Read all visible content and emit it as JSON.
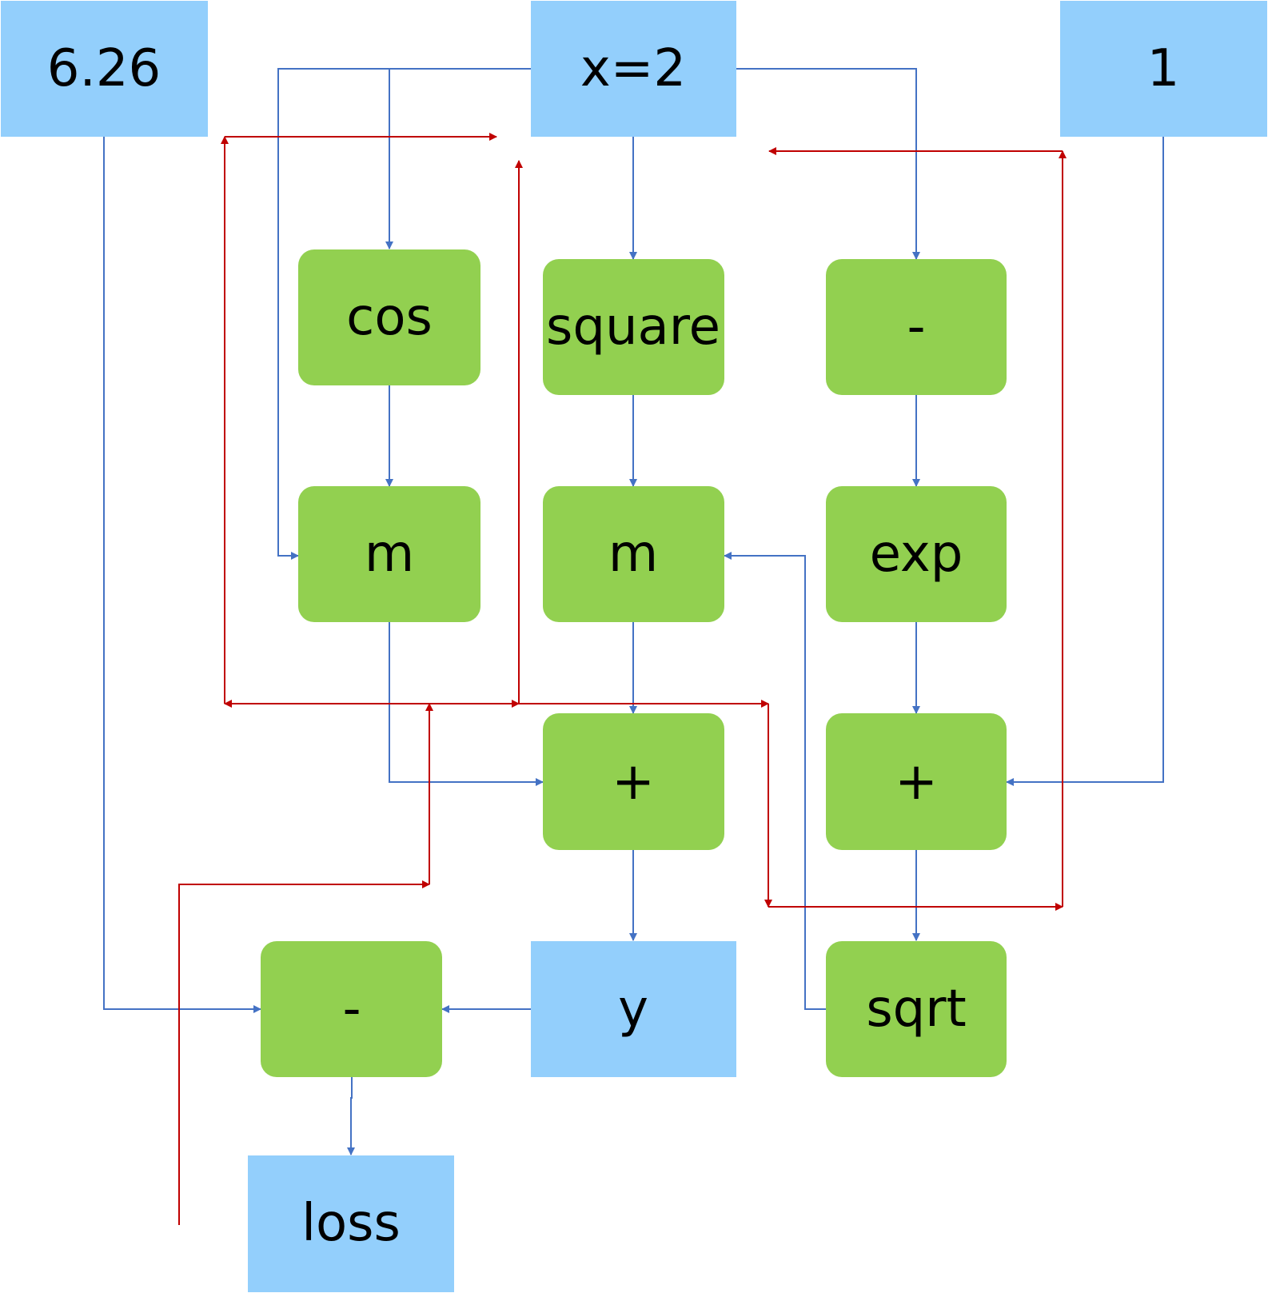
{
  "colors": {
    "io_node": "#93CFFC",
    "op_node": "#92D050",
    "forward_edge": "#4472C4",
    "backward_edge": "#C00000",
    "text": "#000000"
  },
  "nodes": {
    "const_626": {
      "label": "6.26",
      "kind": "io"
    },
    "x": {
      "label": "x=2",
      "kind": "io"
    },
    "const_1": {
      "label": "1",
      "kind": "io"
    },
    "cos": {
      "label": "cos",
      "kind": "op"
    },
    "square": {
      "label": "square",
      "kind": "op"
    },
    "neg": {
      "label": "-",
      "kind": "op"
    },
    "m_left": {
      "label": "m",
      "kind": "op"
    },
    "m_mid": {
      "label": "m",
      "kind": "op"
    },
    "exp": {
      "label": "exp",
      "kind": "op"
    },
    "plus_mid": {
      "label": "+",
      "kind": "op"
    },
    "plus_right": {
      "label": "+",
      "kind": "op"
    },
    "minus": {
      "label": "-",
      "kind": "op"
    },
    "y": {
      "label": "y",
      "kind": "io"
    },
    "sqrt": {
      "label": "sqrt",
      "kind": "op"
    },
    "loss": {
      "label": "loss",
      "kind": "io"
    }
  },
  "forward_edges": [
    {
      "from": "x",
      "to": "cos"
    },
    {
      "from": "x",
      "to": "m_left"
    },
    {
      "from": "x",
      "to": "square"
    },
    {
      "from": "x",
      "to": "neg"
    },
    {
      "from": "cos",
      "to": "m_left"
    },
    {
      "from": "square",
      "to": "m_mid"
    },
    {
      "from": "neg",
      "to": "exp"
    },
    {
      "from": "m_left",
      "to": "plus_mid"
    },
    {
      "from": "m_mid",
      "to": "plus_mid"
    },
    {
      "from": "exp",
      "to": "plus_right"
    },
    {
      "from": "const_1",
      "to": "plus_right"
    },
    {
      "from": "plus_right",
      "to": "sqrt"
    },
    {
      "from": "sqrt",
      "to": "m_mid"
    },
    {
      "from": "plus_mid",
      "to": "y"
    },
    {
      "from": "y",
      "to": "minus"
    },
    {
      "from": "const_626",
      "to": "minus"
    },
    {
      "from": "minus",
      "to": "loss"
    }
  ],
  "backward_paths": 8
}
